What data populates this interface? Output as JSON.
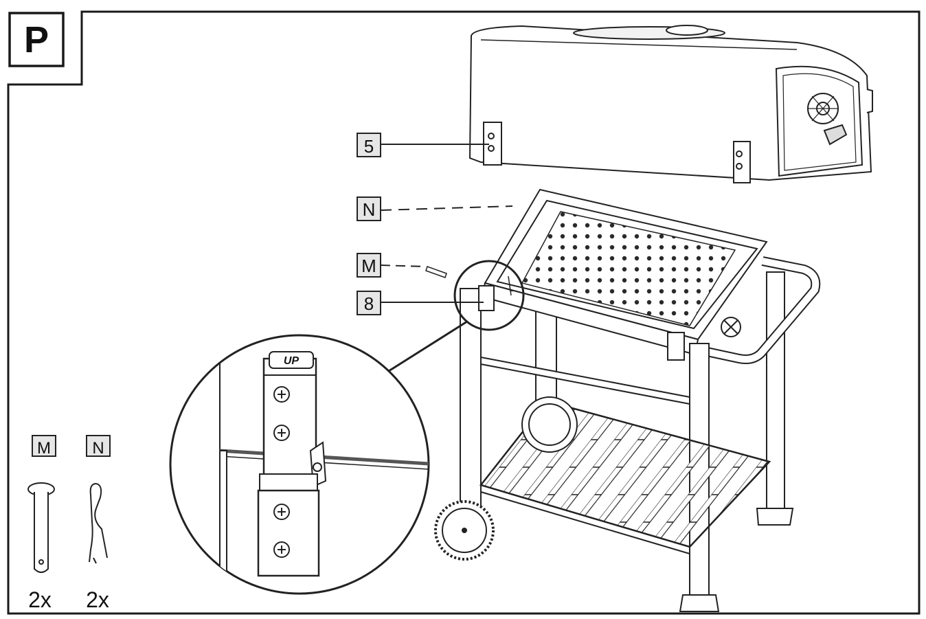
{
  "step": {
    "letter": "P"
  },
  "callouts": {
    "lid_part": "5",
    "pin_clip": "N",
    "pin": "M",
    "hinge_bracket": "8"
  },
  "detail": {
    "up_marking": "UP"
  },
  "parts": [
    {
      "label": "M",
      "qty": "2x"
    },
    {
      "label": "N",
      "qty": "2x"
    }
  ]
}
